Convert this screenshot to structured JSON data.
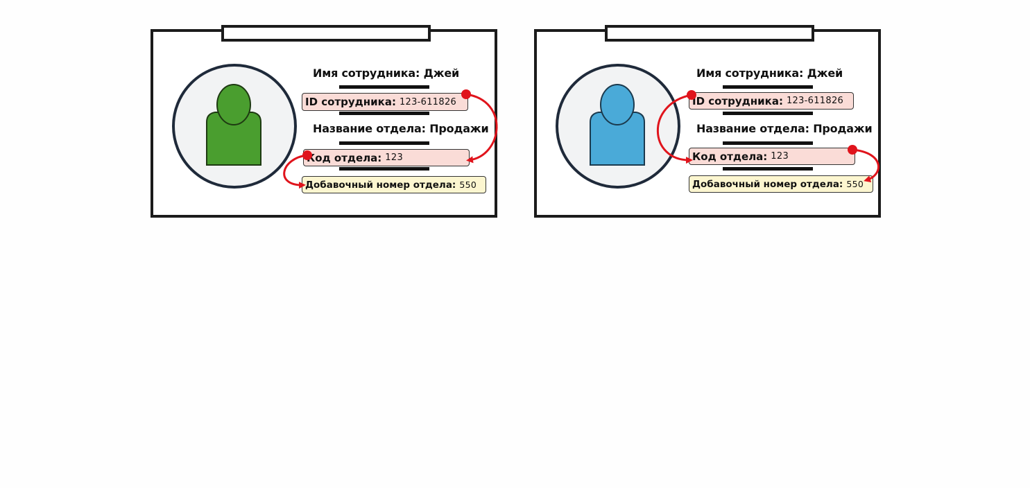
{
  "cards": [
    {
      "id": "card-1",
      "avatar_color": "#4a9e2f",
      "employee_name_label": "Имя сотрудника:",
      "employee_name_value": "Джей",
      "employee_id_label": "ID сотрудника:",
      "employee_id_value": "123-611826",
      "department_name_label": "Название отдела:",
      "department_name_value": "Продажи",
      "department_code_label": "Код отдела:",
      "department_code_value": "123",
      "extension_label": "Добавочный номер отдела:",
      "extension_value": "550"
    },
    {
      "id": "card-2",
      "avatar_color": "#4aaad8",
      "employee_name_label": "Имя сотрудника:",
      "employee_name_value": "Джей",
      "employee_id_label": "ID сотрудника:",
      "employee_id_value": "123-611826",
      "department_name_label": "Название отдела:",
      "department_name_value": "Продажи",
      "department_code_label": "Код отдела:",
      "department_code_value": "123",
      "extension_label": "Добавочный номер отдела:",
      "extension_value": "550"
    }
  ],
  "colors": {
    "arrow": "#e0141c",
    "field_pink": "#fadcd7",
    "field_yellow": "#fcf6d0",
    "outline": "#1b1b1b"
  }
}
